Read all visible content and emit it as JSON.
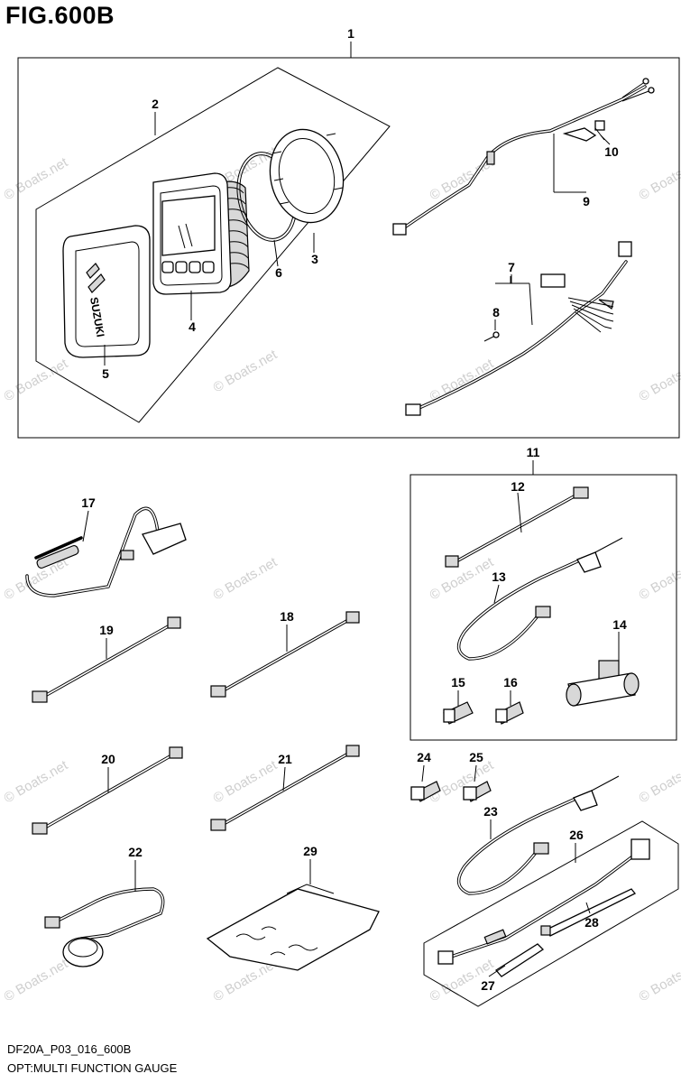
{
  "figure": {
    "title": "FIG.600B",
    "code": "DF20A_P03_016_600B",
    "caption": "OPT:MULTI FUNCTION GAUGE"
  },
  "watermark": {
    "text": "© Boats.net"
  },
  "logo_text": "SUZUKI",
  "callouts": {
    "n1": "1",
    "n2": "2",
    "n3": "3",
    "n4": "4",
    "n5": "5",
    "n6": "6",
    "n7": "7",
    "n8": "8",
    "n9": "9",
    "n10": "10",
    "n11": "11",
    "n12": "12",
    "n13": "13",
    "n14": "14",
    "n15": "15",
    "n16": "16",
    "n17": "17",
    "n18": "18",
    "n19": "19",
    "n20": "20",
    "n21": "21",
    "n22": "22",
    "n23": "23",
    "n24": "24",
    "n25": "25",
    "n26": "26",
    "n27": "27",
    "n28": "28",
    "n29": "29"
  }
}
